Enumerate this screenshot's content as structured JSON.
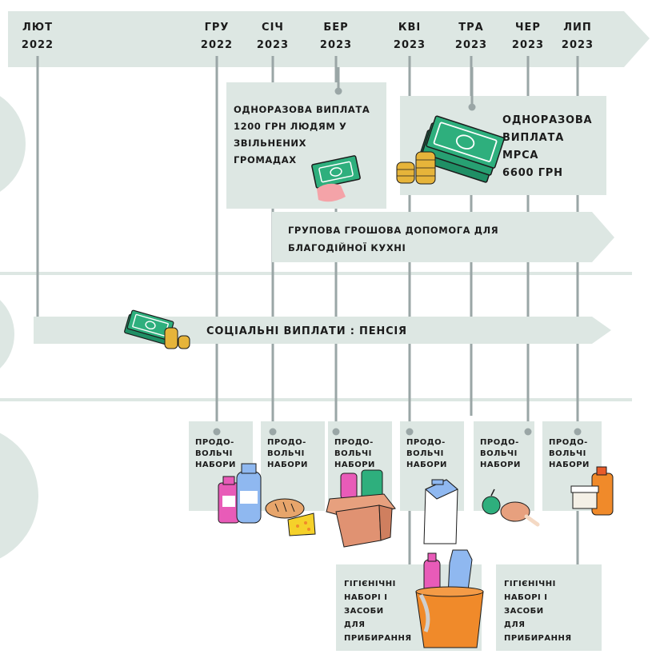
{
  "months": [
    {
      "id": "feb2022",
      "month": "ЛЮТ",
      "year": "2022"
    },
    {
      "id": "dec2022",
      "month": "ГРУ",
      "year": "2022"
    },
    {
      "id": "jan2023",
      "month": "СІЧ",
      "year": "2023"
    },
    {
      "id": "mar2023",
      "month": "БЕР",
      "year": "2023"
    },
    {
      "id": "apr2023",
      "month": "КВІ",
      "year": "2023"
    },
    {
      "id": "may2023",
      "month": "ТРА",
      "year": "2023"
    },
    {
      "id": "jun2023",
      "month": "ЧЕР",
      "year": "2023"
    },
    {
      "id": "jul2023",
      "month": "ЛИП",
      "year": "2023"
    }
  ],
  "payments": {
    "one_time_1200": {
      "lines": [
        "ОДНОРАЗОВА ВИПЛАТА",
        "1200 ГРН ЛЮДЯМ У",
        "ЗВІЛЬНЕНИХ",
        "ГРОМАДАХ"
      ]
    },
    "one_time_mpca": {
      "lines": [
        "ОДНОРАЗОВА",
        "ВИПЛАТА",
        "МРСА",
        "6600 ГРН"
      ]
    },
    "group_cash": {
      "lines": [
        "ГРУПОВА ГРОШОВА ДОПОМОГА ДЛЯ",
        "БЛАГОДІЙНОЇ КУХНІ"
      ]
    }
  },
  "social": {
    "label": "СОЦІАЛЬНІ ВИПЛАТИ : ПЕНСІЯ"
  },
  "food_kits": {
    "lines": [
      "ПРОДО-",
      "ВОЛЬЧІ",
      "НАБОРИ"
    ]
  },
  "hygiene_kits": {
    "lines": [
      "ГІГІЄНІЧНІ",
      "НАБОРІ І",
      "ЗАСОБИ",
      "ДЛЯ",
      "ПРИБИРАННЯ"
    ]
  },
  "colors": {
    "band": "#dde7e3",
    "line": "#9aa6a6",
    "money": "#2eaf7d",
    "coin": "#e6b43a",
    "orange": "#f08a2a"
  }
}
